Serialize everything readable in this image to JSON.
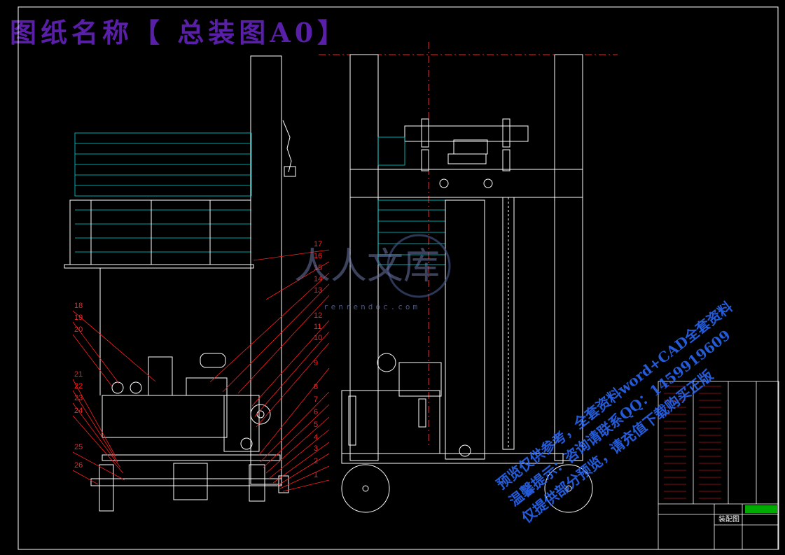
{
  "banner": {
    "title": "图纸名称【 总装图A0】"
  },
  "watermark": {
    "brand": "人人文库",
    "url": "renrendoc.com"
  },
  "promo": {
    "line1": "预览仅供参考，全套资料word+CAD全套资料",
    "line2": "温馨提示：咨询请联系QQ：1459919609",
    "line3": "仅提供部分预览，请充值下载购买正版"
  },
  "left_view": {
    "callouts_right": [
      "17",
      "16",
      "15",
      "14",
      "13",
      "12",
      "11",
      "10",
      "9",
      "8",
      "7",
      "6",
      "5",
      "4",
      "3",
      "2",
      "1"
    ],
    "callouts_left": [
      "18",
      "19",
      "20",
      "21",
      "22",
      "23",
      "24",
      "25",
      "26"
    ]
  },
  "title_block": {
    "title": "装配图",
    "colors": {
      "frame": "#ffffff",
      "red": "#ff2020",
      "green": "#00ff00",
      "yellow": "#ffff00",
      "magenta": "#ff00ff"
    }
  },
  "colors": {
    "line": "#ffffff",
    "cyan": "#00d5d5",
    "red": "#ff2020",
    "banner": "#5a1fa8"
  }
}
